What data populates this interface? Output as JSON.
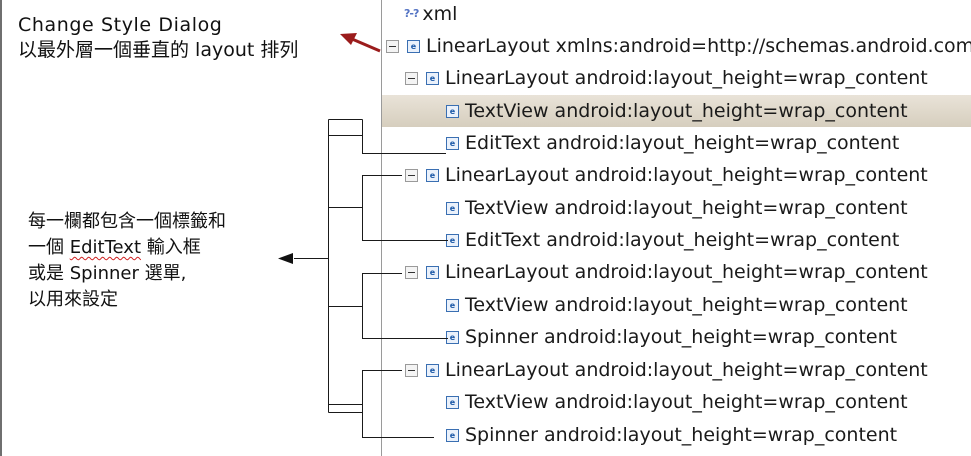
{
  "annotations": {
    "title": "Change Style Dialog",
    "subtitle": "以最外層一個垂直的 layout 排列",
    "left_note": {
      "line1": "每一欄都包含一個標籤和",
      "line2_prefix": "一個 ",
      "line2_keyword": "EditText",
      "line2_suffix": " 輸入框",
      "line3": "或是 Spinner 選單,",
      "line4": "以用來設定"
    }
  },
  "icons": {
    "processing_instruction": "?-?",
    "element": "e"
  },
  "tree": {
    "xml": "xml",
    "root": "LinearLayout xmlns:android=http://schemas.android.com",
    "group1": "LinearLayout android:layout_height=wrap_content",
    "g1_textview": "TextView android:layout_height=wrap_content",
    "g1_edittext": "EditText android:layout_height=wrap_content",
    "group2": "LinearLayout android:layout_height=wrap_content",
    "g2_textview": "TextView android:layout_height=wrap_content",
    "g2_edittext": "EditText android:layout_height=wrap_content",
    "group3": "LinearLayout android:layout_height=wrap_content",
    "g3_textview": "TextView android:layout_height=wrap_content",
    "g3_spinner": "Spinner android:layout_height=wrap_content",
    "group4": "LinearLayout android:layout_height=wrap_content",
    "g4_textview": "TextView android:layout_height=wrap_content",
    "g4_spinner": "Spinner android:layout_height=wrap_content"
  },
  "colors": {
    "arrow_red": "#9b1c1c",
    "selection": "#d9d1c3",
    "element_icon": "#3a6fb2"
  }
}
